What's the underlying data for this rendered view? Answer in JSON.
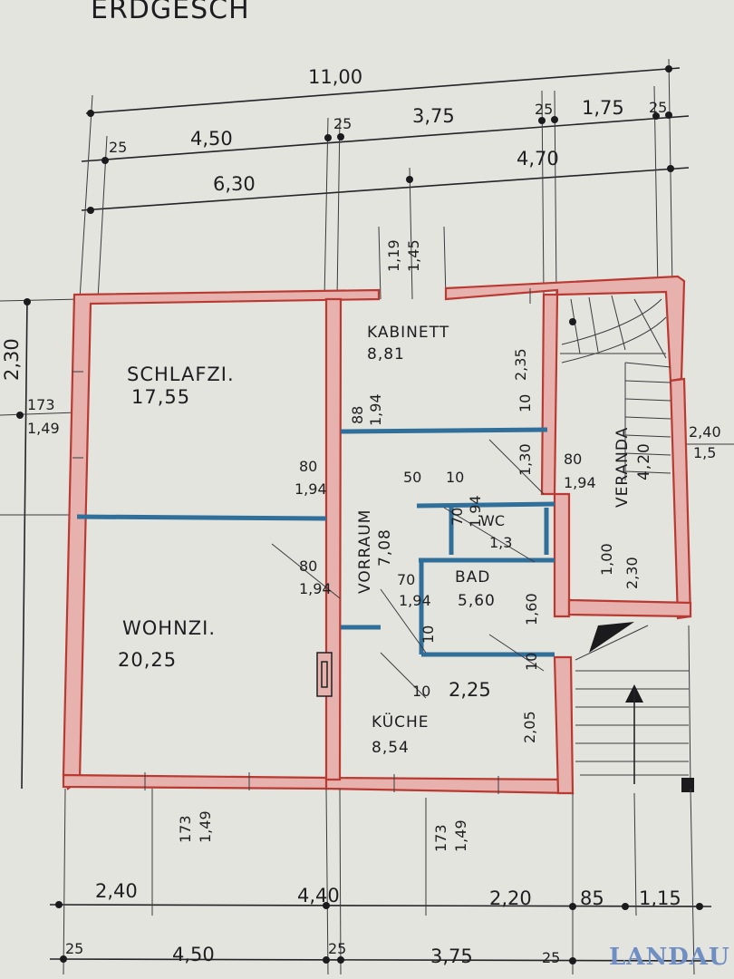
{
  "header": {
    "title": "ERDGESCH"
  },
  "dimensions": {
    "top_overall": "11,00",
    "top_row2": [
      "25",
      "4,50",
      "25",
      "3,75",
      "25",
      "1,75",
      "25"
    ],
    "top_row3": [
      "6,30",
      "4,70"
    ],
    "left": [
      "2,30",
      "173",
      "1,49"
    ],
    "right": [
      "2,40",
      "1,5"
    ],
    "chimney": [
      "1,19",
      "1,45"
    ],
    "bottom_row1": [
      "2,40",
      "4,40",
      "2,20",
      "85",
      "1,15"
    ],
    "bottom_row2": [
      "25",
      "4,50",
      "25",
      "3,75",
      "25"
    ],
    "window_left": [
      "173",
      "1,49"
    ],
    "window_right": [
      "173",
      "1,49"
    ]
  },
  "rooms": {
    "schlafzi": {
      "name": "SCHLAFZI.",
      "area": "17,55"
    },
    "kabinett": {
      "name": "KABINETT",
      "area": "8,81"
    },
    "wohnzi": {
      "name": "WOHNZI.",
      "area": "20,25"
    },
    "vorraum": {
      "name": "VORRAUM",
      "area": "7,08"
    },
    "bad": {
      "name": "BAD",
      "area": "5,60"
    },
    "wc": {
      "name": "WC",
      "area": "1,3"
    },
    "kueche": {
      "name": "KÜCHE",
      "area": "8,54"
    },
    "veranda": {
      "name": "VERANDA",
      "area": "4,20"
    }
  },
  "annotations": {
    "kab_height": "2,35",
    "kab_door": [
      "88",
      "1,94"
    ],
    "kab_width": "10",
    "vorraum_door_a": [
      "80",
      "1,94"
    ],
    "vorraum_door_b": [
      "80",
      "1,94"
    ],
    "center_a": "50",
    "center_b": "10",
    "wc_door": [
      "70",
      "1,94"
    ],
    "bad_vals": [
      "70",
      "1,94",
      "1,60"
    ],
    "bad_small": "10",
    "veranda_door": [
      "80",
      "1,94"
    ],
    "veranda_dims": [
      "1,00",
      "2,30"
    ],
    "kueche_top": [
      "10",
      "2,25"
    ],
    "kueche_side": "2,05",
    "bad_side": "10",
    "kab_side": "1,30"
  },
  "watermark": "LANDAU"
}
